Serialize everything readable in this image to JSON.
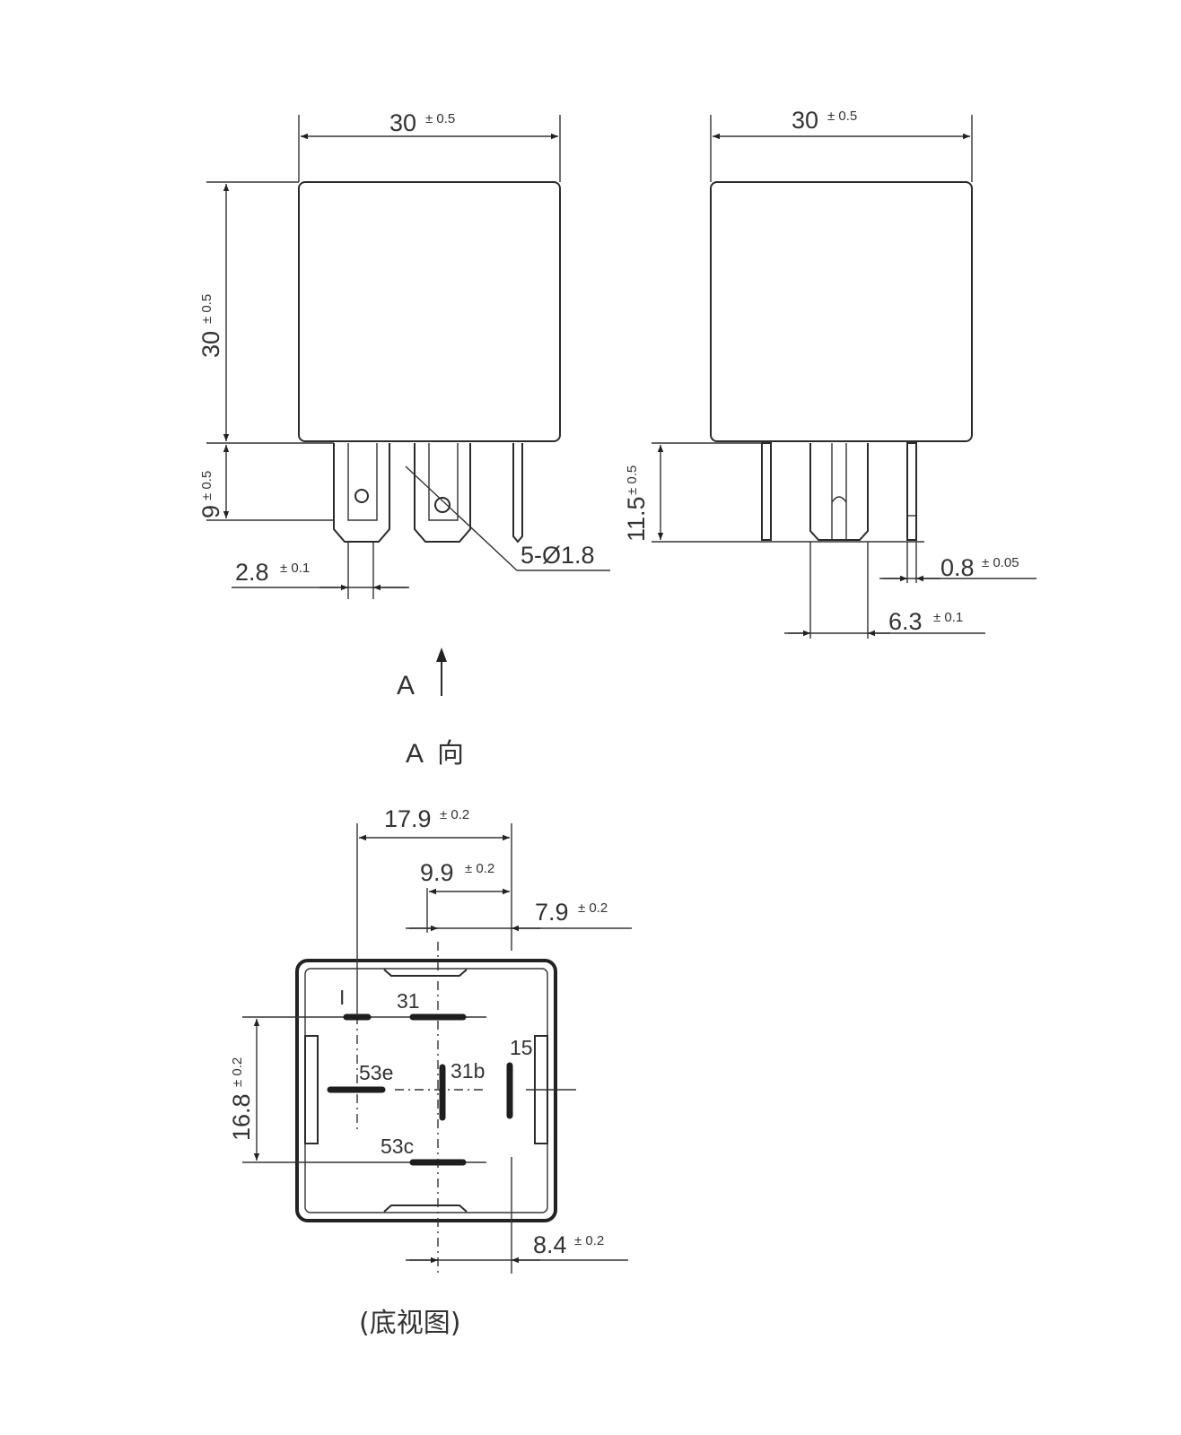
{
  "front_view": {
    "width_dim": {
      "value": "30",
      "tol": "± 0.5"
    },
    "height_dim": {
      "value": "30",
      "tol": "± 0.5"
    },
    "pin_length_dim": {
      "value": "9",
      "tol": "± 0.5"
    },
    "pin_width_dim": {
      "value": "2.8",
      "tol": "± 0.1"
    },
    "hole_note": "5-Ø1.8"
  },
  "side_view": {
    "width_dim": {
      "value": "30",
      "tol": "± 0.5"
    },
    "pin_length_dim": {
      "value": "11.5",
      "tol": "± 0.5"
    },
    "pin_thickness_dim": {
      "value": "0.8",
      "tol": "± 0.05"
    },
    "pin_spacing_dim": {
      "value": "6.3",
      "tol": "± 0.1"
    }
  },
  "view_arrow_label": "A",
  "view_a_title": {
    "letter": "A",
    "char": "向"
  },
  "bottom_view": {
    "dim_17_9": {
      "value": "17.9",
      "tol": "± 0.2"
    },
    "dim_9_9": {
      "value": "9.9",
      "tol": "± 0.2"
    },
    "dim_7_9": {
      "value": "7.9",
      "tol": "± 0.2"
    },
    "dim_16_8": {
      "value": "16.8",
      "tol": "± 0.2"
    },
    "dim_8_4": {
      "value": "8.4",
      "tol": "± 0.2"
    },
    "pins": [
      "I",
      "31",
      "15",
      "53e",
      "31b",
      "53c"
    ],
    "caption": "(底视图)"
  }
}
